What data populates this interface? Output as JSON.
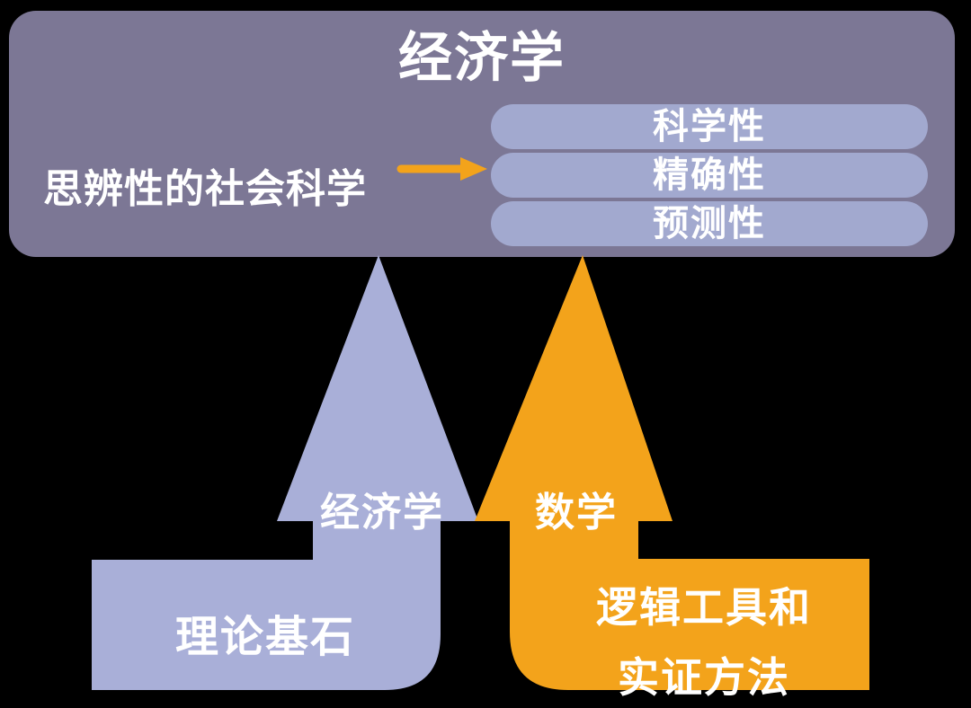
{
  "colors": {
    "background": "#000000",
    "panel": "#7C7795",
    "pill": "#A2A9CF",
    "blue_arrow": "#A9AFD8",
    "orange_arrow": "#F3A31B",
    "text": "#FFFFFF"
  },
  "panel": {
    "title": "经济学",
    "subtitle": "思辨性的社会科学",
    "pills": [
      {
        "label": "科学性"
      },
      {
        "label": "精确性"
      },
      {
        "label": "预测性"
      }
    ]
  },
  "arrows": {
    "blue": {
      "label": "经济学",
      "base_label": "理论基石"
    },
    "orange": {
      "label": "数学",
      "base_label_line1": "逻辑工具和",
      "base_label_line2": "实证方法"
    }
  }
}
